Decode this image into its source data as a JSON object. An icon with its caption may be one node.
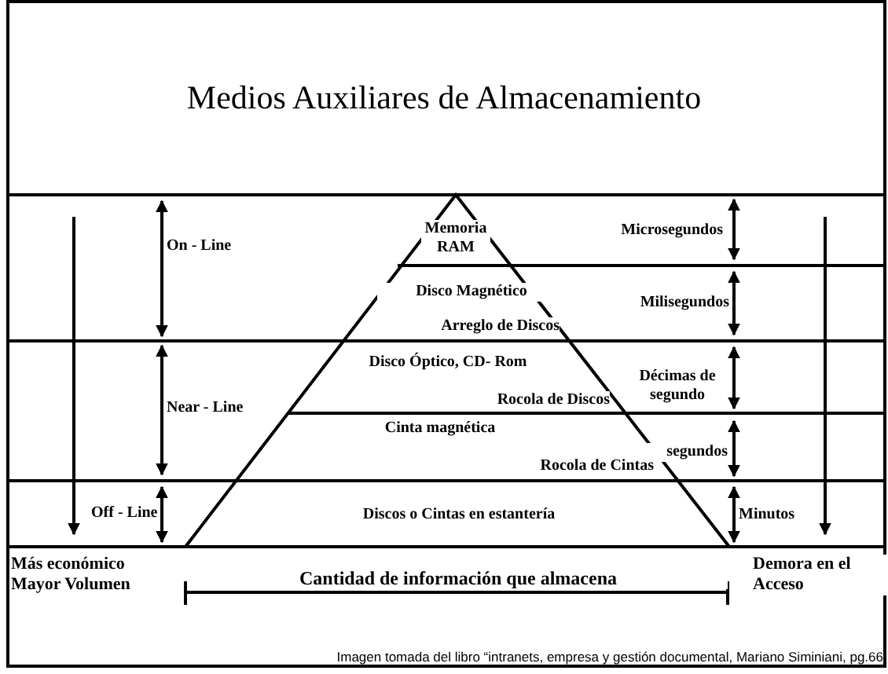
{
  "diagram": {
    "title": "Medios Auxiliares de Almacenamiento",
    "caption": "Imagen tomada del libro “intranets, empresa y gestión documental, Mariano Siminiani, pg.66",
    "labels": [
      "On - Line",
      "Memoria RAM",
      "Microsegundos",
      "Disco Magnético",
      "Milisegundos",
      "Arreglo de Discos",
      "Disco Óptico, CD- Rom",
      "Décimas de segundo",
      "Near - Line",
      "Rocola de Discos",
      "Cinta magnética",
      "segundos",
      "Rocola de Cintas",
      "Off - Line",
      "Discos o Cintas en estantería",
      "Minutos",
      "Más económico Mayor Volumen",
      "Cantidad de información que almacena",
      "Demora en el Acceso"
    ]
  }
}
